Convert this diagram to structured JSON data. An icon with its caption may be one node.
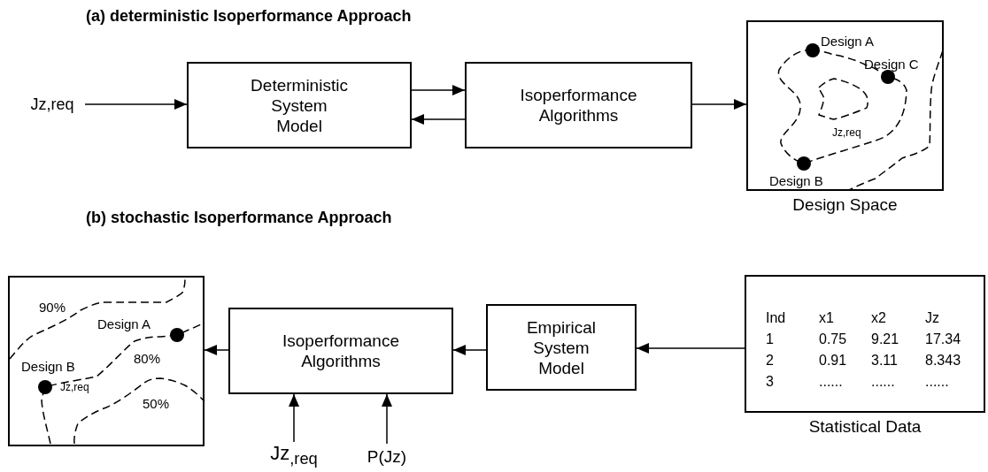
{
  "diagram": {
    "nodes": [
      {
        "text": [
          "Jz,req"
        ]
      },
      {
        "text": [
          "Deterministic System Model"
        ]
      },
      {
        "text": [
          "Isoperformance Algorithms"
        ]
      },
      {
        "text": [
          "Design Space"
        ]
      },
      {
        "text": [
          "Statistical Data"
        ]
      },
      {
        "text": [
          "Empirical System Model"
        ]
      },
      {
        "text": [
          "Isoperformance Algorithms"
        ]
      },
      {
        "text": [],
        "shape": "box"
      },
      {
        "text": [
          "Jz$_{,req}$"
        ]
      },
      {
        "text": [
          "P(Jz)"
        ]
      }
    ],
    "edges": [
      {
        "from": 0,
        "to": 1,
        "arrow": "to"
      },
      {
        "from": 1,
        "to": 2,
        "arrow": "to"
      },
      {
        "from": 2,
        "to": 1,
        "arrow": "to"
      },
      {
        "from": 2,
        "to": 3,
        "arrow": "to"
      },
      {
        "from": 4,
        "to": 5,
        "arrow": "to"
      },
      {
        "from": 5,
        "to": 6,
        "arrow": "to"
      },
      {
        "from": 6,
        "to": 7,
        "arrow": "to"
      },
      {
        "from": 8,
        "to": 6,
        "arrow": "to"
      },
      {
        "from": 9,
        "to": 6,
        "arrow": "to"
      }
    ],
    "labels": [
      "(a) deterministic Isoperformance Approach",
      "Design A",
      "Design C",
      "Jz,req",
      "Design B",
      "(b) stochastic Isoperformance Approach",
      "90%",
      "Design A",
      "80%",
      "Design B",
      "Jz,req",
      "50%",
      "Ind",
      "x1",
      "x2",
      "Jz",
      "1",
      "0.75",
      "9.21",
      "17.34",
      "2",
      "0.91",
      "3.11",
      "8.343",
      "3",
      "......",
      "......",
      "......"
    ]
  }
}
